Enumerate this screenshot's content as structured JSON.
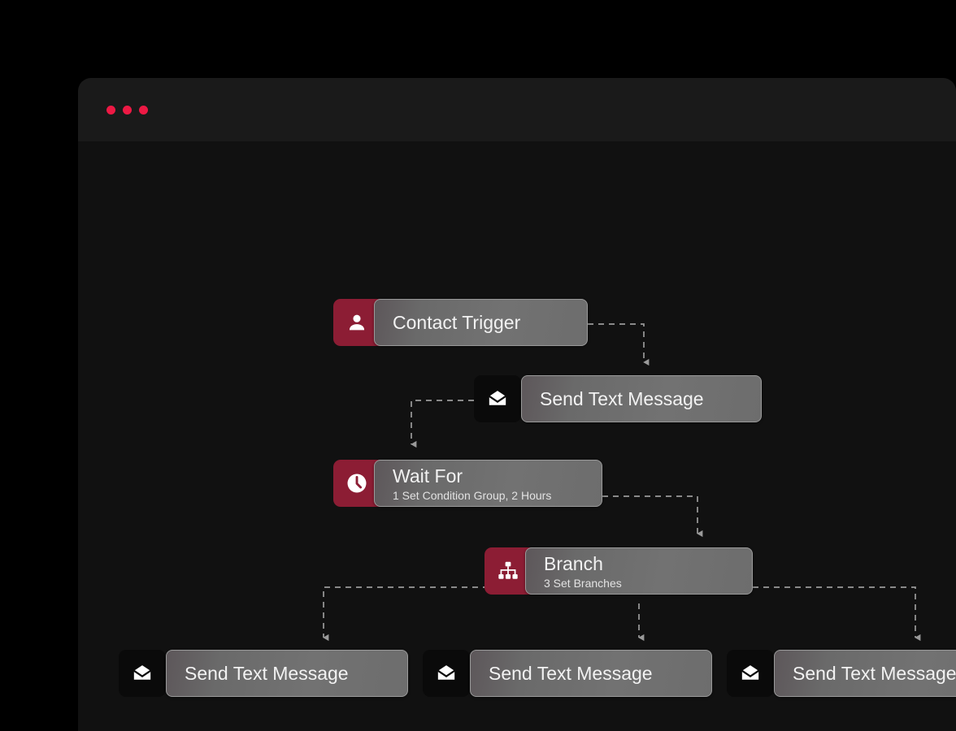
{
  "window": {
    "dots": [
      "close-dot",
      "minimize-dot",
      "maximize-dot"
    ],
    "dot_color": "#ed1944",
    "background": "#111111",
    "titlebar_background": "#1a1a1a"
  },
  "theme": {
    "page_background": "#000000",
    "accent_red": "#8c1d34",
    "node_body_gray": "#6e6e6e",
    "node_border": "#9a9a9a",
    "connector_color": "#9a9a9a",
    "text_primary": "#f2f2f2",
    "text_secondary": "#e2e2e2"
  },
  "workflow": {
    "nodes": [
      {
        "id": "contact-trigger",
        "title": "Contact Trigger",
        "subtitle": "",
        "icon": "person-icon",
        "icon_style": "red"
      },
      {
        "id": "send-text-message-1",
        "title": "Send Text Message",
        "subtitle": "",
        "icon": "envelope-icon",
        "icon_style": "black"
      },
      {
        "id": "wait-for",
        "title": "Wait For",
        "subtitle": "1 Set Condition Group, 2 Hours",
        "icon": "clock-icon",
        "icon_style": "red"
      },
      {
        "id": "branch",
        "title": "Branch",
        "subtitle": "3 Set Branches",
        "icon": "sitemap-icon",
        "icon_style": "red"
      },
      {
        "id": "send-text-message-2",
        "title": "Send Text Message",
        "subtitle": "",
        "icon": "envelope-icon",
        "icon_style": "black"
      },
      {
        "id": "send-text-message-3",
        "title": "Send Text Message",
        "subtitle": "",
        "icon": "envelope-icon",
        "icon_style": "black"
      },
      {
        "id": "send-text-message-4",
        "title": "Send Text Message",
        "subtitle": "",
        "icon": "envelope-icon",
        "icon_style": "black"
      }
    ],
    "connectors": [
      {
        "id": "contact-trigger-to-send-text-message-1",
        "style": "dashed",
        "arrow": "down"
      },
      {
        "id": "send-text-message-1-to-wait-for",
        "style": "dashed",
        "arrow": "down"
      },
      {
        "id": "wait-for-to-branch",
        "style": "dashed",
        "arrow": "down"
      },
      {
        "id": "branch-to-send-text-message-2",
        "style": "dashed",
        "arrow": "down"
      },
      {
        "id": "branch-to-send-text-message-3",
        "style": "dashed",
        "arrow": "down"
      },
      {
        "id": "branch-to-send-text-message-4",
        "style": "dashed",
        "arrow": "down"
      }
    ]
  }
}
